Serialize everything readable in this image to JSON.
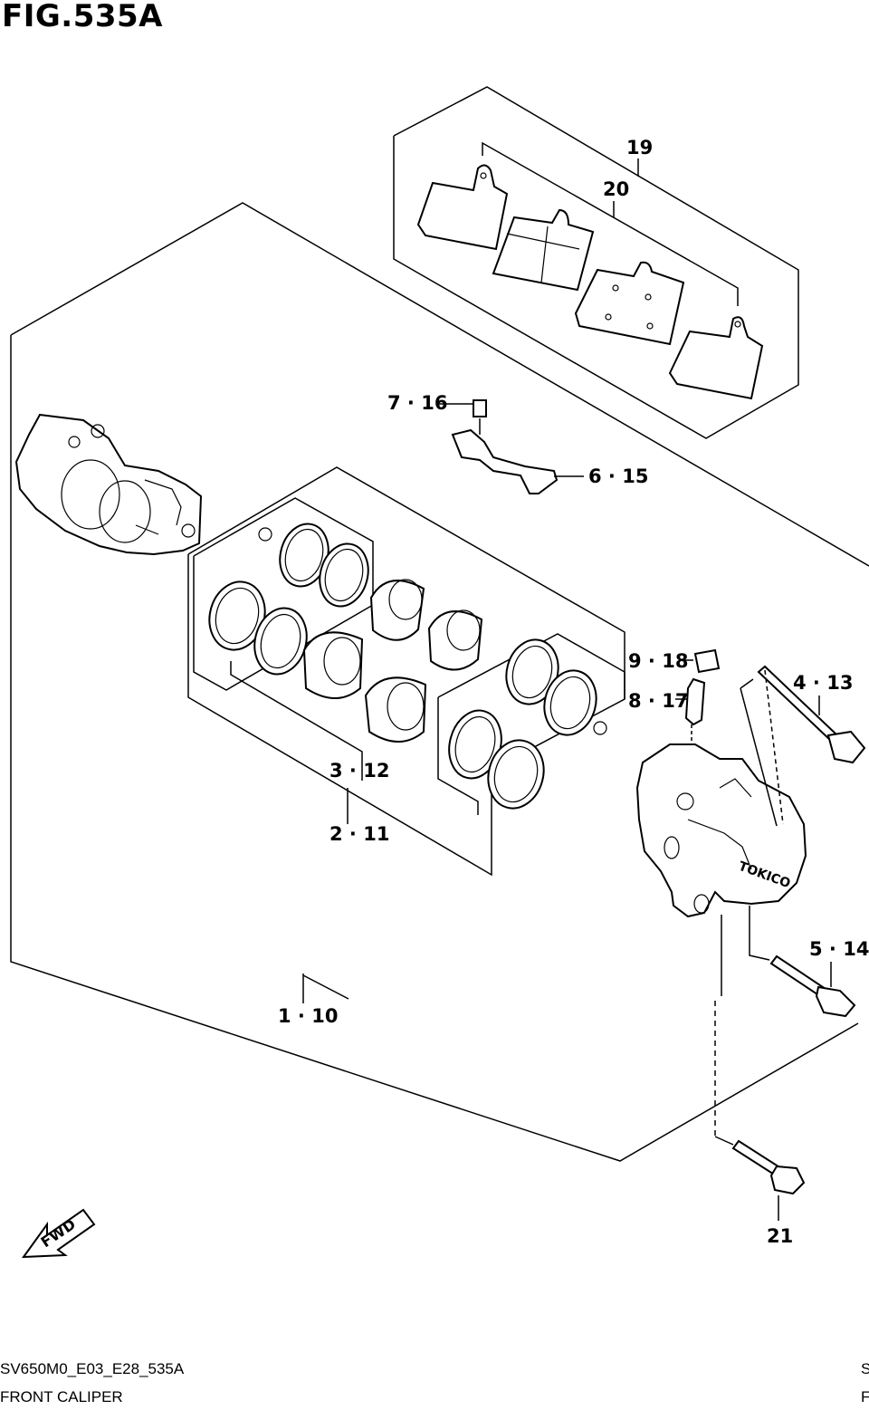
{
  "figure": {
    "title": "FIG.535A",
    "code": "SV650M0_E03_E28_535A",
    "name": "FRONT CALIPER",
    "right_edge_line1": "S",
    "right_edge_line2": "F"
  },
  "callouts": {
    "c19": "19",
    "c20": "20",
    "c7_16": "7 · 16",
    "c6_15": "6 · 15",
    "c9_18": "9 · 18",
    "c8_17": "8 · 17",
    "c4_13": "4 · 13",
    "c3_12": "3 · 12",
    "c2_11": "2 · 11",
    "c5_14": "5 · 14",
    "c1_10": "1 · 10",
    "c21": "21"
  },
  "fwd_label": "FWD",
  "caliper_brand": "TOKICO"
}
